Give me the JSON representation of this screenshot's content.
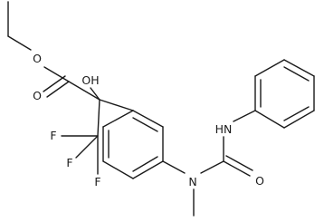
{
  "molecule": {
    "atom_labels": {
      "ester_o": "O",
      "carbonyl_o": "O",
      "hydroxyl": "OH",
      "f1": "F",
      "f2": "F",
      "f3": "F",
      "nh": "HN",
      "urea_o": "O",
      "n_methyl": "N"
    }
  },
  "colors": {
    "ink": "#1a1a1a",
    "background": "#ffffff"
  }
}
